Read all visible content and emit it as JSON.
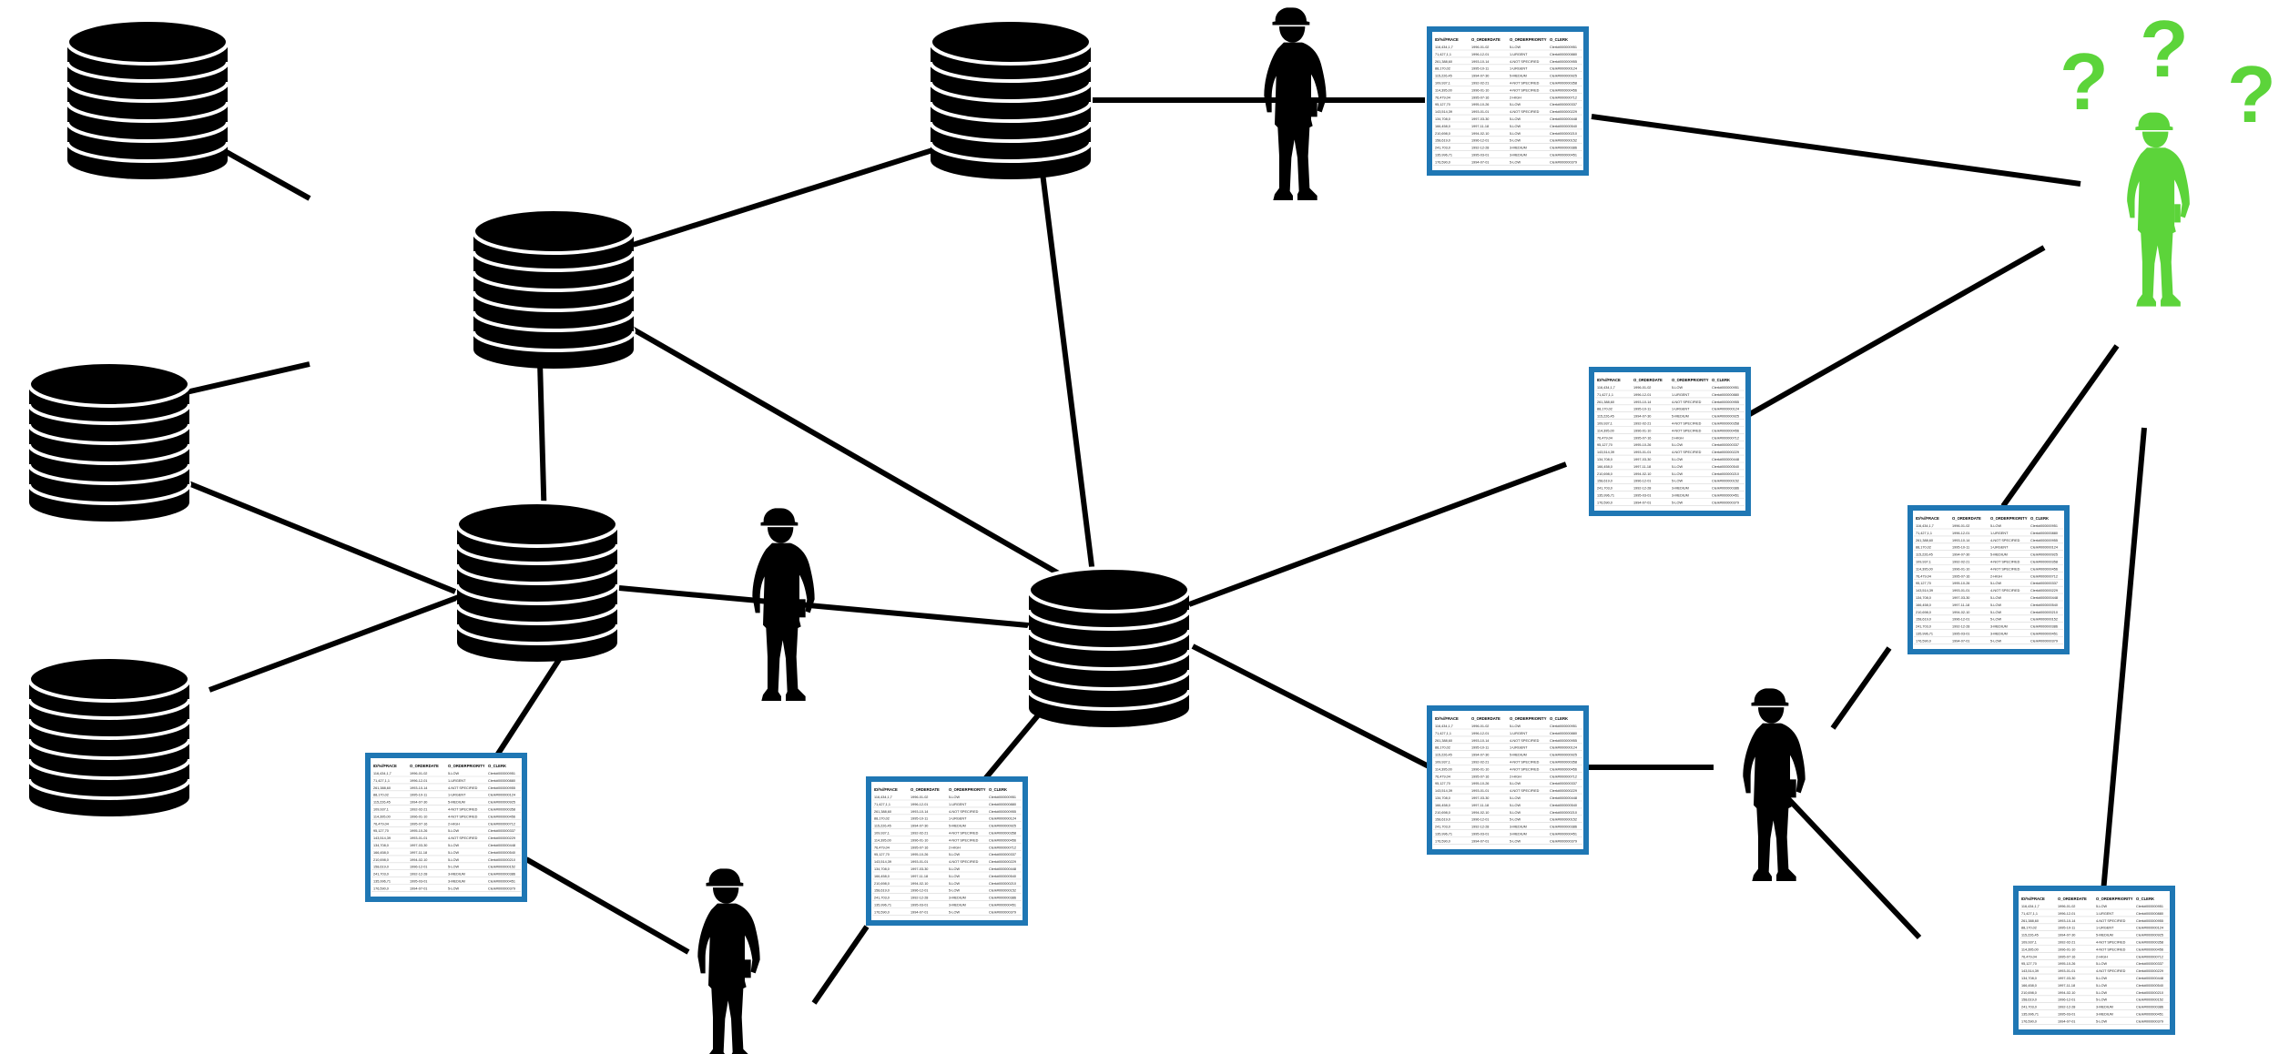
{
  "colors": {
    "ink": "#000000",
    "table_border": "#1f77b4",
    "confused_person": "#5cd43a",
    "question_marks": "#5cd43a",
    "background": "#ffffff"
  },
  "question_marks": [
    "?",
    "?",
    "?"
  ],
  "table": {
    "headers": [
      "ID/%//FRACE",
      "O_ORDERDATE",
      "O_ORDERPRIORITY",
      "O_CLERK"
    ],
    "rows": [
      [
        "116,434,1,7",
        "1996-01-02",
        "5-LOW",
        "Clerk#000000951"
      ],
      [
        "71,427,1,1",
        "1996-12-01",
        "1-URGENT",
        "Clerk#000000880"
      ],
      [
        "261,388,60",
        "1993-10-14",
        "4-NOT SPECIFIED",
        "Clerk#000000955"
      ],
      [
        "88,170,02",
        "1995-10-11",
        "1-URGENT",
        "Clerk#000000124"
      ],
      [
        "115,226,45",
        "1994-07-30",
        "5-MEDIUM",
        "Clerk#000000925"
      ],
      [
        "109,937,1",
        "1992-02-21",
        "4-NOT SPECIFIED",
        "Clerk#000000358"
      ],
      [
        "114,395,00",
        "1996-01-10",
        "4-NOT SPECIFIED",
        "Clerk#000000456"
      ],
      [
        "76,479,04",
        "1995-07-16",
        "2-HIGH",
        "Clerk#000000712"
      ],
      [
        "95,127,70",
        "1995-10-26",
        "5-LOW",
        "Clerk#000000337"
      ],
      [
        "143,514,39",
        "1993-01-01",
        "4-NOT SPECIFIED",
        "Clerk#000000229"
      ],
      [
        "134,708,0",
        "1997-03-30",
        "5-LOW",
        "Clerk#000000448"
      ],
      [
        "166,458,0",
        "1997-11-18",
        "5-LOW",
        "Clerk#000000540"
      ],
      [
        "210,698,0",
        "1994-02-10",
        "5-LOW",
        "Clerk#000000210"
      ],
      [
        "158,619,0",
        "1996-12-01",
        "5-LOW",
        "Clerk#000000152"
      ],
      [
        "241,703,0",
        "1992-12-28",
        "3-MEDIUM",
        "Clerk#000000386"
      ],
      [
        "135,996,71",
        "1995-03-01",
        "3-MEDIUM",
        "Clerk#000000451"
      ],
      [
        "176,590,0",
        "1994-07-01",
        "5-LOW",
        "Clerk#000000379"
      ]
    ]
  }
}
